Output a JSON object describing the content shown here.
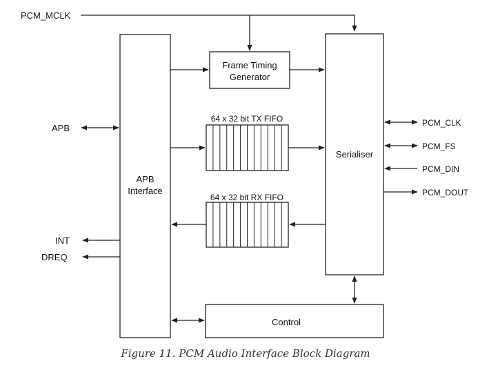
{
  "diagram": {
    "signals": {
      "mclk": "PCM_MCLK",
      "apb": "APB",
      "int": "INT",
      "dreq": "DREQ",
      "pcm_clk": "PCM_CLK",
      "pcm_fs": "PCM_FS",
      "pcm_din": "PCM_DIN",
      "pcm_dout": "PCM_DOUT"
    },
    "blocks": {
      "apb_interface_line1": "APB",
      "apb_interface_line2": "Interface",
      "frame_timing_line1": "Frame Timing",
      "frame_timing_line2": "Generator",
      "tx_fifo": "64 x 32 bit TX FIFO",
      "rx_fifo": "64 x 32 bit RX FIFO",
      "serialiser": "Serialiser",
      "control": "Control"
    },
    "caption": "Figure 11. PCM Audio Interface Block Diagram"
  }
}
